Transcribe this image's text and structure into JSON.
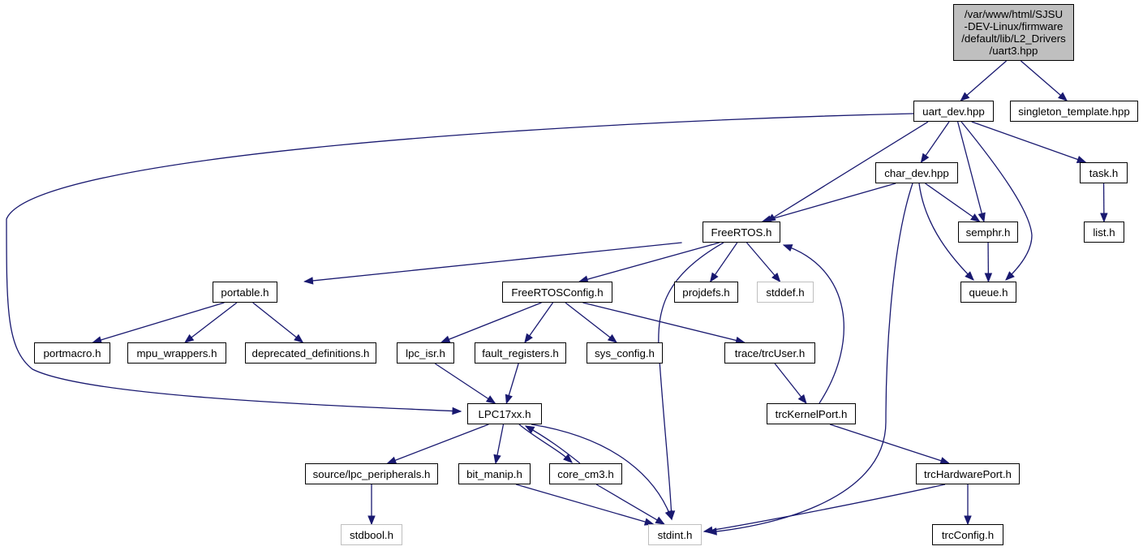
{
  "root_file": {
    "lines": [
      "/var/www/html/SJSU",
      "-DEV-Linux/firmware",
      "/default/lib/L2_Drivers",
      "/uart3.hpp"
    ]
  },
  "nodes": {
    "uart_dev_hpp": "uart_dev.hpp",
    "singleton_template_hpp": "singleton_template.hpp",
    "char_dev_hpp": "char_dev.hpp",
    "task_h": "task.h",
    "freertos_h": "FreeRTOS.h",
    "semphr_h": "semphr.h",
    "list_h": "list.h",
    "portable_h": "portable.h",
    "freertosconfig_h": "FreeRTOSConfig.h",
    "projdefs_h": "projdefs.h",
    "stddef_h": "stddef.h",
    "queue_h": "queue.h",
    "portmacro_h": "portmacro.h",
    "mpu_wrappers_h": "mpu_wrappers.h",
    "deprecated_definitions_h": "deprecated_definitions.h",
    "lpc_isr_h": "lpc_isr.h",
    "fault_registers_h": "fault_registers.h",
    "sys_config_h": "sys_config.h",
    "trcuser_h": "trace/trcUser.h",
    "lpc17xx_h": "LPC17xx.h",
    "trckernelport_h": "trcKernelPort.h",
    "lpc_peripherals_h": "source/lpc_peripherals.h",
    "bit_manip_h": "bit_manip.h",
    "core_cm3_h": "core_cm3.h",
    "trchardwareport_h": "trcHardwarePort.h",
    "stdbool_h": "stdbool.h",
    "stdint_h": "stdint.h",
    "trcconfig_h": "trcConfig.h"
  },
  "edges": [
    [
      "root",
      "uart_dev_hpp"
    ],
    [
      "root",
      "singleton_template_hpp"
    ],
    [
      "uart_dev_hpp",
      "lpc17xx_h"
    ],
    [
      "uart_dev_hpp",
      "freertos_h"
    ],
    [
      "uart_dev_hpp",
      "char_dev_hpp"
    ],
    [
      "uart_dev_hpp",
      "semphr_h"
    ],
    [
      "uart_dev_hpp",
      "queue_h"
    ],
    [
      "uart_dev_hpp",
      "task_h"
    ],
    [
      "char_dev_hpp",
      "freertos_h"
    ],
    [
      "char_dev_hpp",
      "semphr_h"
    ],
    [
      "char_dev_hpp",
      "queue_h"
    ],
    [
      "char_dev_hpp",
      "stdint_h"
    ],
    [
      "task_h",
      "list_h"
    ],
    [
      "semphr_h",
      "queue_h"
    ],
    [
      "freertos_h",
      "portable_h"
    ],
    [
      "freertos_h",
      "freertosconfig_h"
    ],
    [
      "freertos_h",
      "projdefs_h"
    ],
    [
      "freertos_h",
      "stddef_h"
    ],
    [
      "freertos_h",
      "stdint_h"
    ],
    [
      "portable_h",
      "portmacro_h"
    ],
    [
      "portable_h",
      "mpu_wrappers_h"
    ],
    [
      "portable_h",
      "deprecated_definitions_h"
    ],
    [
      "freertosconfig_h",
      "lpc_isr_h"
    ],
    [
      "freertosconfig_h",
      "fault_registers_h"
    ],
    [
      "freertosconfig_h",
      "sys_config_h"
    ],
    [
      "freertosconfig_h",
      "trcuser_h"
    ],
    [
      "lpc_isr_h",
      "lpc17xx_h"
    ],
    [
      "fault_registers_h",
      "lpc17xx_h"
    ],
    [
      "trcuser_h",
      "trckernelport_h"
    ],
    [
      "trckernelport_h",
      "freertos_h"
    ],
    [
      "trckernelport_h",
      "trchardwareport_h"
    ],
    [
      "lpc17xx_h",
      "lpc_peripherals_h"
    ],
    [
      "lpc17xx_h",
      "bit_manip_h"
    ],
    [
      "lpc17xx_h",
      "core_cm3_h"
    ],
    [
      "lpc17xx_h",
      "stdint_h"
    ],
    [
      "core_cm3_h",
      "lpc17xx_h"
    ],
    [
      "core_cm3_h",
      "stdint_h"
    ],
    [
      "bit_manip_h",
      "stdint_h"
    ],
    [
      "lpc_peripherals_h",
      "stdbool_h"
    ],
    [
      "trchardwareport_h",
      "stdint_h"
    ],
    [
      "trchardwareport_h",
      "trcconfig_h"
    ]
  ],
  "colors": {
    "edge": "#191970",
    "node_border": "#000000",
    "system_header_border": "#bfbfbf",
    "root_fill": "#bfbfbf",
    "node_fill": "#ffffff"
  }
}
